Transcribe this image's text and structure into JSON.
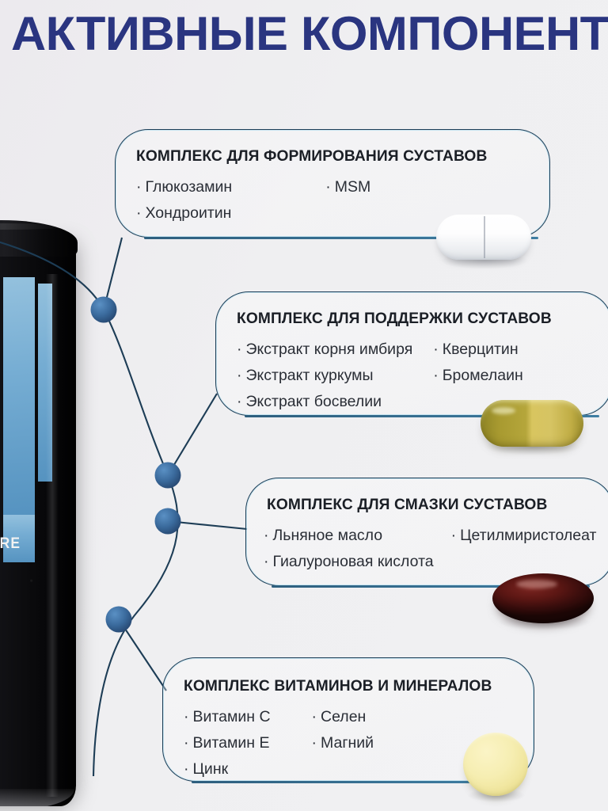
{
  "title": "АКТИВНЫЕ КОМПОНЕНТЫ",
  "colors": {
    "title": "#2a3580",
    "card_border": "#1d3d56",
    "card_inner_glow": "#96d7f0",
    "node_light": "#4a7fb5",
    "node_dark": "#2b4f7a",
    "connector_line": "#1d3d56",
    "background": "#eeeef1",
    "underline": "#2e5f7e"
  },
  "product": {
    "label": "OINT CARE",
    "alt_name": "jar-joint-care"
  },
  "cards": [
    {
      "id": "card1",
      "heading": "КОМПЛЕКС ДЛЯ ФОРМИРОВАНИЯ СУСТАВОВ",
      "columns": [
        [
          "Глюкозамин",
          "Хондроитин"
        ],
        [
          "MSM"
        ]
      ],
      "pill": {
        "name": "white-capsule-icon",
        "shape": "capsule",
        "color": "#ffffff"
      }
    },
    {
      "id": "card2",
      "heading": "КОМПЛЕКС ДЛЯ ПОДДЕРЖКИ СУСТАВОВ",
      "columns": [
        [
          "Экстракт корня имбиря",
          "Экстракт куркумы",
          "Экстракт босвелии"
        ],
        [
          "Кверцитин",
          "Бромелаин"
        ]
      ],
      "pill": {
        "name": "gold-capsule-icon",
        "shape": "capsule",
        "color": "#c0ad45"
      }
    },
    {
      "id": "card3",
      "heading": "КОМПЛЕКС ДЛЯ СМАЗКИ СУСТАВОВ",
      "columns": [
        [
          "Льняное масло",
          "Гиалуроновая кислота"
        ],
        [
          "Цетилмиристолеат"
        ]
      ],
      "pill": {
        "name": "red-softgel-icon",
        "shape": "oval",
        "color": "#5d1714"
      }
    },
    {
      "id": "card4",
      "heading": "КОМПЛЕКС ВИТАМИНОВ И МИНЕРАЛОВ",
      "columns": [
        [
          "Витамин C",
          "Витамин E",
          "Цинк"
        ],
        [
          "Селен",
          "Магний"
        ]
      ],
      "pill": {
        "name": "yellow-tablet-icon",
        "shape": "round",
        "color": "#f6eeb2"
      }
    }
  ],
  "bullet": "·",
  "network": {
    "node_count": 4,
    "description": "curved-connector-spine"
  }
}
